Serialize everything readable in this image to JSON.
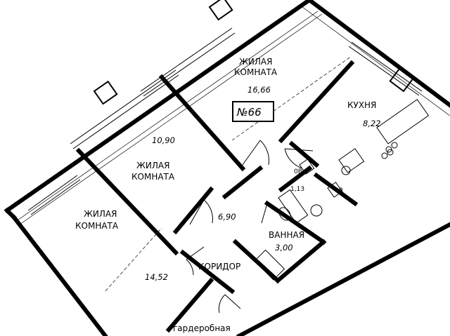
{
  "apartment": {
    "number": "№66"
  },
  "rooms": {
    "living_top": {
      "name_line1": "ЖИЛАЯ",
      "name_line2": "КОМНАТА",
      "area": "16,66"
    },
    "living_mid": {
      "name_line1": "ЖИЛАЯ",
      "name_line2": "КОМНАТА",
      "area": "10,90"
    },
    "living_left": {
      "name_line1": "ЖИЛАЯ",
      "name_line2": "КОМНАТА",
      "area": "14,52"
    },
    "kitchen": {
      "name": "КУХНЯ",
      "area": "8,22"
    },
    "hall": {
      "area": "6,90"
    },
    "corridor": {
      "name": "КОРИДОР"
    },
    "bathroom": {
      "name": "ВАННАЯ",
      "area": "3,00"
    },
    "wc": {
      "area": "1,13"
    },
    "wardrobe": {
      "name": "гардеробная"
    }
  },
  "fixtures": {
    "label_0v_a": "0В",
    "label_0v_b": "0В"
  }
}
